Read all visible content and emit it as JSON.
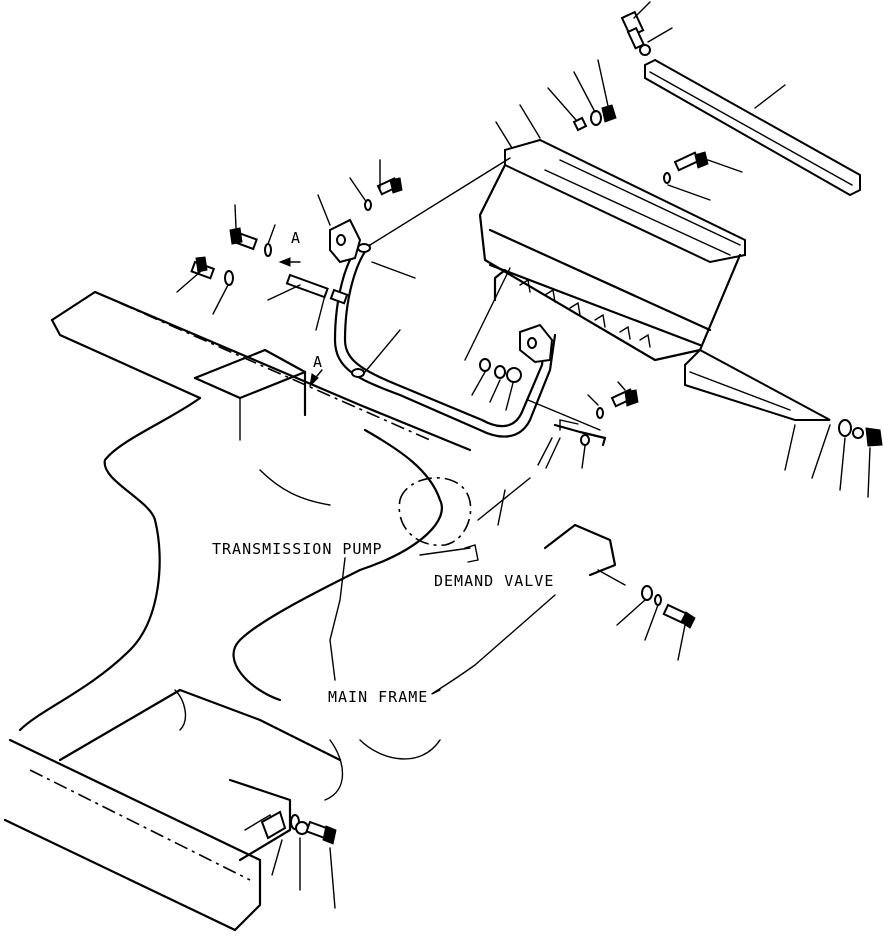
{
  "labels": {
    "transmission_pump": "TRANSMISSION PUMP",
    "demand_valve": "DEMAND VALVE",
    "main_frame": "MAIN FRAME",
    "view_marker_a1": "A",
    "view_marker_a2": "A"
  }
}
